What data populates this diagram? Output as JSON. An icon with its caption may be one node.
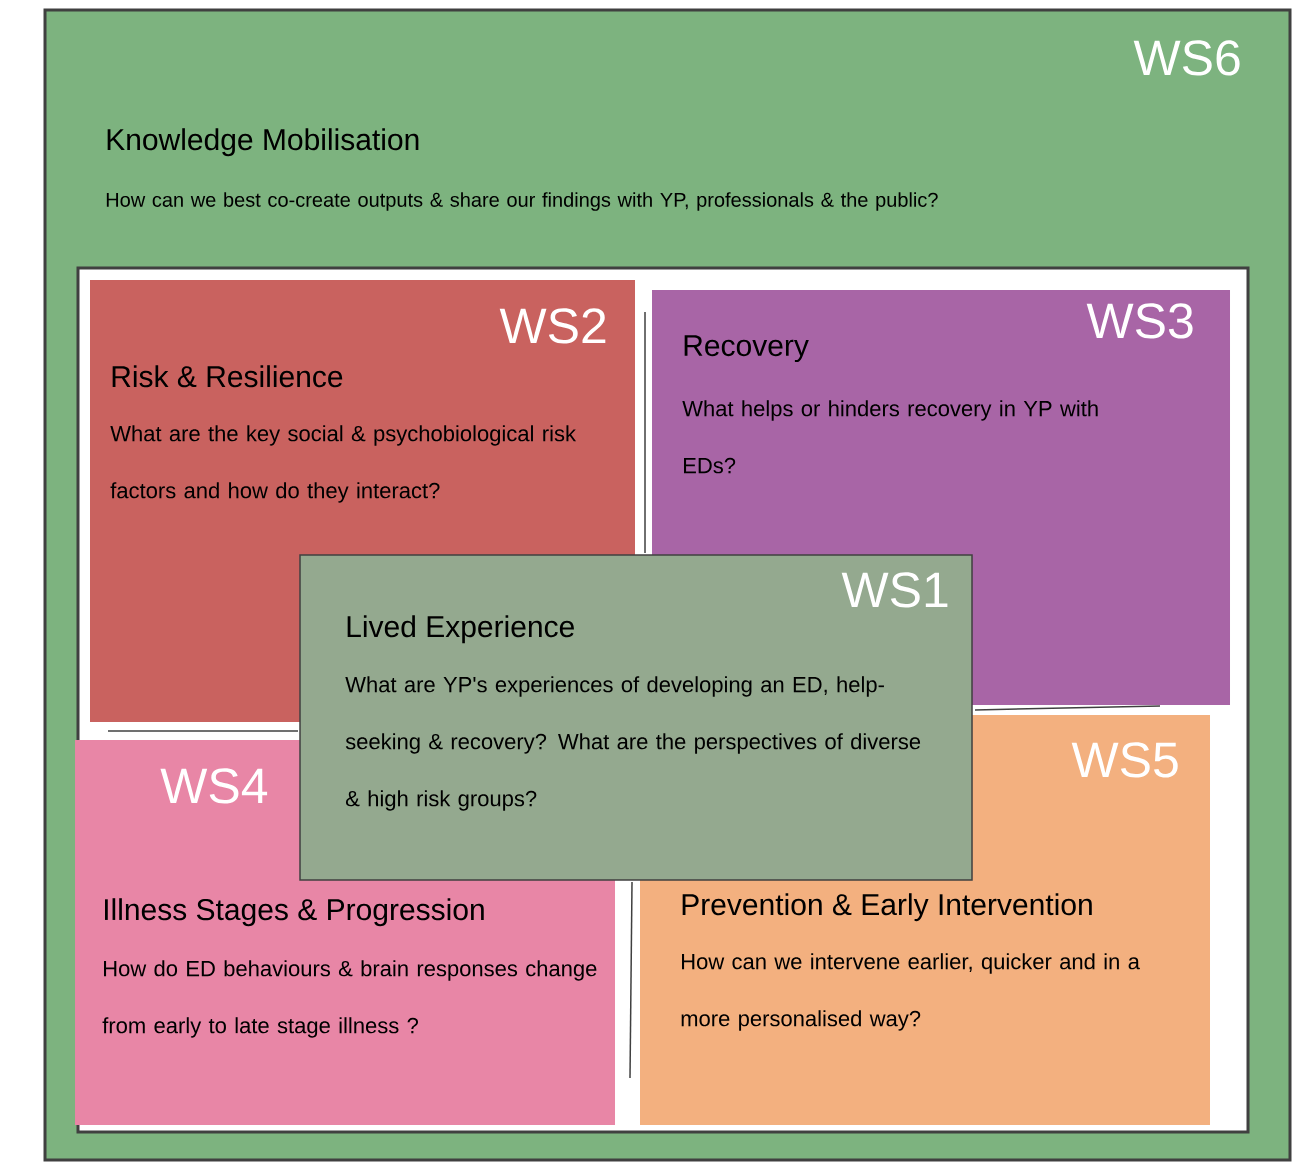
{
  "diagram": {
    "nodes": [
      {
        "text": [
          "WS6",
          "Knowledge Mobilisation",
          "How can we best co-create outputs & share our findings with YP, professionals & the public?"
        ]
      },
      {
        "text": [],
        "shape": "box",
        "in": 0
      },
      {
        "text": [
          "WS2",
          "Risk & Resilience",
          "What are the key social & psychobiological risk factors and how do they interact?"
        ],
        "in": 1
      },
      {
        "text": [
          "WS3",
          "Recovery",
          "What helps or hinders recovery in YP with EDs?"
        ],
        "in": 1
      },
      {
        "text": [
          "WS1",
          "Lived Experience",
          "What are YP's experiences of developing an ED, help-seeking & recovery? What are the perspectives of diverse & high risk groups?"
        ],
        "in": 1
      },
      {
        "text": [
          "WS4",
          "Illness Stages & Progression",
          "How do ED behaviours & brain responses change from early to late stage illness ?"
        ],
        "in": 1
      },
      {
        "text": [
          "WS5",
          "Prevention & Early Intervention",
          "How can we intervene earlier, quicker and in a more personalised way?"
        ],
        "in": 1
      }
    ],
    "edges": []
  }
}
